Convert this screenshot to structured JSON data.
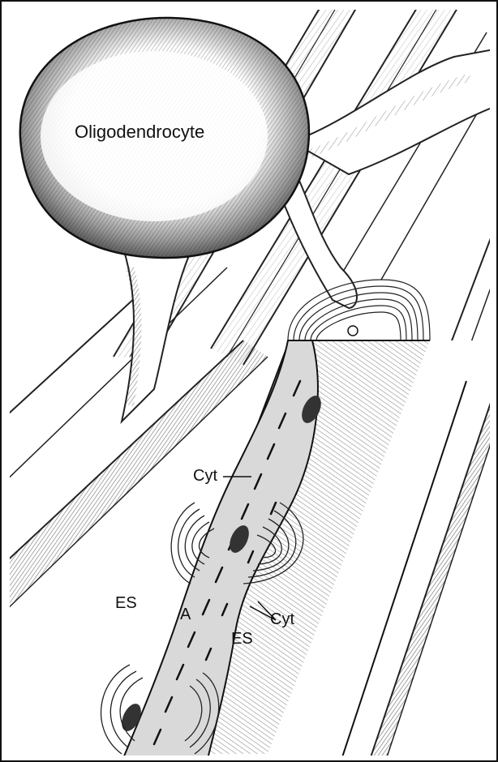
{
  "labels": {
    "oligodendrocyte": "Oligodendrocyte",
    "cyt_upper": "Cyt",
    "es_left": "ES",
    "axon": "A",
    "cyt_lower": "Cyt",
    "es_right": "ES"
  },
  "colors": {
    "ink": "#111111",
    "paper": "#ffffff",
    "axoplasm": "#d9d9d9",
    "membrane_shade": "#888888"
  }
}
